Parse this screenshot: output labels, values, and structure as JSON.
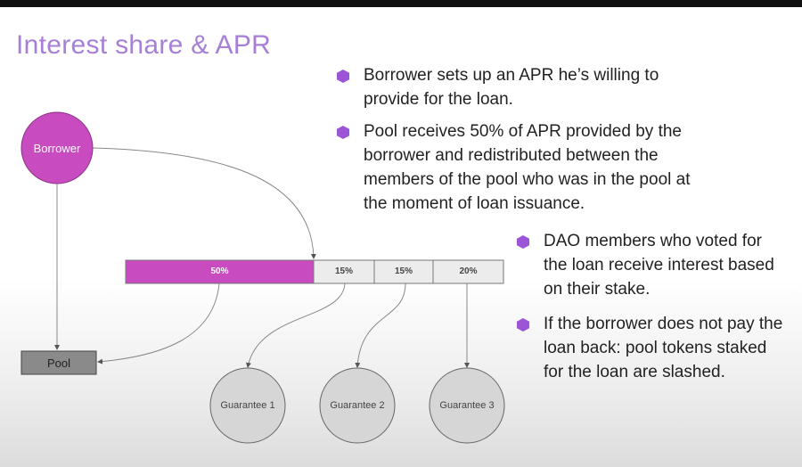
{
  "title": "Interest share & APR",
  "bullets": [
    {
      "text": "Borrower sets up an APR he’s willing to provide for the loan."
    },
    {
      "text": "Pool receives 50% of APR provided by the borrower and redistributed between the members of the pool who was in the pool at the moment of loan issuance."
    },
    {
      "text": "DAO members who voted for the loan receive interest based on their stake."
    },
    {
      "text": "If the borrower does not pay the loan back: pool tokens staked for the loan are slashed."
    }
  ],
  "diagram": {
    "borrower": "Borrower",
    "pool": "Pool",
    "segments": [
      {
        "label": "50%",
        "value": 50
      },
      {
        "label": "15%",
        "value": 15
      },
      {
        "label": "15%",
        "value": 15
      },
      {
        "label": "20%",
        "value": 20
      }
    ],
    "guarantees": [
      "Guarantee 1",
      "Guarantee 2",
      "Guarantee 3"
    ]
  },
  "colors": {
    "accent": "#9d55d8",
    "borrower": "#c84cc0",
    "title": "#a77fd6"
  }
}
